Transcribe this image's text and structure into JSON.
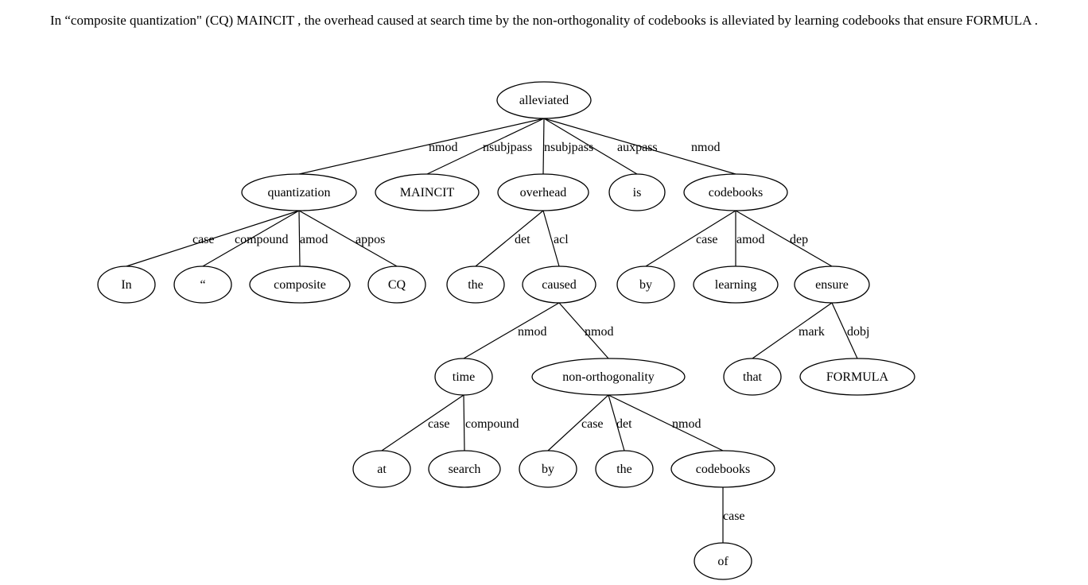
{
  "sentence": "In “composite quantization\" (CQ) MAINCIT , the overhead caused at search time by the non-orthogonality of codebooks is alleviated by learning codebooks that ensure FORMULA .",
  "nodes": [
    {
      "id": "alleviated",
      "word": "alleviated"
    },
    {
      "id": "quantization",
      "word": "quantization"
    },
    {
      "id": "maincit",
      "word": "MAINCIT"
    },
    {
      "id": "overhead",
      "word": "overhead"
    },
    {
      "id": "is",
      "word": "is"
    },
    {
      "id": "codebooks1",
      "word": "codebooks"
    },
    {
      "id": "in",
      "word": "In"
    },
    {
      "id": "quote",
      "word": "“"
    },
    {
      "id": "composite",
      "word": "composite"
    },
    {
      "id": "cq",
      "word": "CQ"
    },
    {
      "id": "the1",
      "word": "the"
    },
    {
      "id": "caused",
      "word": "caused"
    },
    {
      "id": "by1",
      "word": "by"
    },
    {
      "id": "learning",
      "word": "learning"
    },
    {
      "id": "ensure",
      "word": "ensure"
    },
    {
      "id": "time",
      "word": "time"
    },
    {
      "id": "nonorth",
      "word": "non-orthogonality"
    },
    {
      "id": "that",
      "word": "that"
    },
    {
      "id": "formula",
      "word": "FORMULA"
    },
    {
      "id": "at",
      "word": "at"
    },
    {
      "id": "search",
      "word": "search"
    },
    {
      "id": "by2",
      "word": "by"
    },
    {
      "id": "the2",
      "word": "the"
    },
    {
      "id": "codebooks2",
      "word": "codebooks"
    },
    {
      "id": "of",
      "word": "of"
    }
  ],
  "edges": [
    {
      "from": "alleviated",
      "to": "quantization",
      "label": "nmod"
    },
    {
      "from": "alleviated",
      "to": "maincit",
      "label": "nsubjpass"
    },
    {
      "from": "alleviated",
      "to": "overhead",
      "label": "nsubjpass"
    },
    {
      "from": "alleviated",
      "to": "is",
      "label": "auxpass"
    },
    {
      "from": "alleviated",
      "to": "codebooks1",
      "label": "nmod"
    },
    {
      "from": "quantization",
      "to": "in",
      "label": "case"
    },
    {
      "from": "quantization",
      "to": "quote",
      "label": "compound"
    },
    {
      "from": "quantization",
      "to": "composite",
      "label": "amod"
    },
    {
      "from": "quantization",
      "to": "cq",
      "label": "appos"
    },
    {
      "from": "overhead",
      "to": "the1",
      "label": "det"
    },
    {
      "from": "overhead",
      "to": "caused",
      "label": "acl"
    },
    {
      "from": "codebooks1",
      "to": "by1",
      "label": "case"
    },
    {
      "from": "codebooks1",
      "to": "learning",
      "label": "amod"
    },
    {
      "from": "codebooks1",
      "to": "ensure",
      "label": "dep"
    },
    {
      "from": "caused",
      "to": "time",
      "label": "nmod"
    },
    {
      "from": "caused",
      "to": "nonorth",
      "label": "nmod"
    },
    {
      "from": "ensure",
      "to": "that",
      "label": "mark"
    },
    {
      "from": "ensure",
      "to": "formula",
      "label": "dobj"
    },
    {
      "from": "time",
      "to": "at",
      "label": "case"
    },
    {
      "from": "time",
      "to": "search",
      "label": "compound"
    },
    {
      "from": "nonorth",
      "to": "by2",
      "label": "case"
    },
    {
      "from": "nonorth",
      "to": "the2",
      "label": "det"
    },
    {
      "from": "nonorth",
      "to": "codebooks2",
      "label": "nmod"
    },
    {
      "from": "codebooks2",
      "to": "of",
      "label": "case"
    }
  ]
}
